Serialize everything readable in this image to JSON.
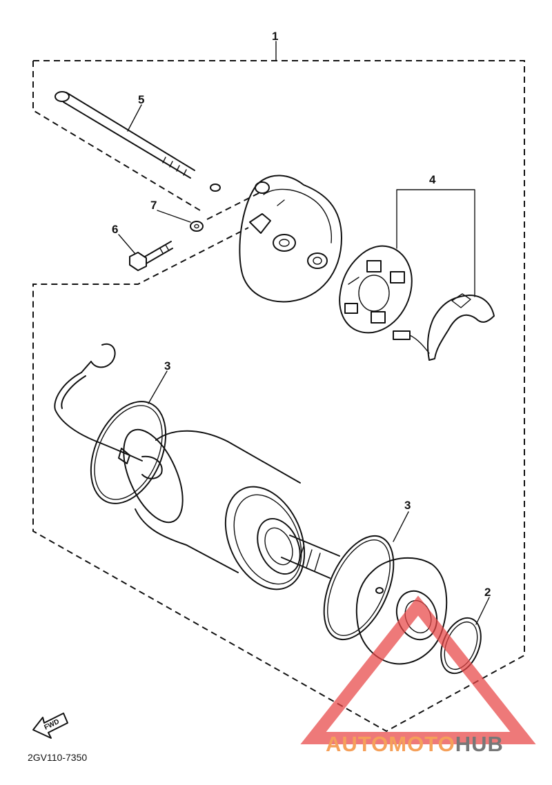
{
  "diagram": {
    "callouts": [
      "1",
      "2",
      "3",
      "3",
      "4",
      "5",
      "6",
      "7"
    ],
    "part_code": "2GV110-7350",
    "fwd_label": "FWD",
    "watermark": {
      "part1": "AUTOMOTO",
      "part2": "HUB",
      "color1": "#f5a05a",
      "color2": "#777777",
      "triangle_color": "#e84545"
    }
  }
}
